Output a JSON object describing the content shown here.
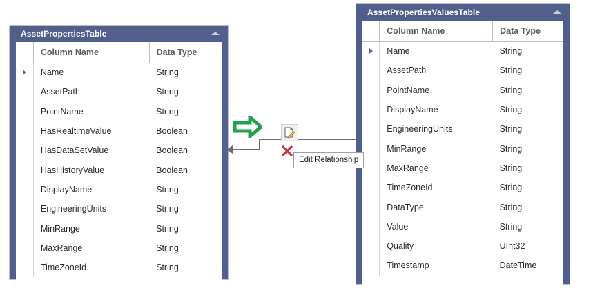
{
  "columns": {
    "marker_header": "",
    "name_header": "Column Name",
    "type_header": "Data Type"
  },
  "left_table": {
    "title": "AssetPropertiesTable",
    "collapse_icon": "chevron-up-icon",
    "rows": [
      {
        "name": "Name",
        "type": "String"
      },
      {
        "name": "AssetPath",
        "type": "String"
      },
      {
        "name": "PointName",
        "type": "String"
      },
      {
        "name": "HasRealtimeValue",
        "type": "Boolean"
      },
      {
        "name": "HasDataSetValue",
        "type": "Boolean"
      },
      {
        "name": "HasHistoryValue",
        "type": "Boolean"
      },
      {
        "name": "DisplayName",
        "type": "String"
      },
      {
        "name": "EngineeringUnits",
        "type": "String"
      },
      {
        "name": "MinRange",
        "type": "String"
      },
      {
        "name": "MaxRange",
        "type": "String"
      },
      {
        "name": "TimeZoneId",
        "type": "String"
      }
    ]
  },
  "right_table": {
    "title": "AssetPropertiesValuesTable",
    "collapse_icon": "chevron-up-icon",
    "rows": [
      {
        "name": "Name",
        "type": "String"
      },
      {
        "name": "AssetPath",
        "type": "String"
      },
      {
        "name": "PointName",
        "type": "String"
      },
      {
        "name": "DisplayName",
        "type": "String"
      },
      {
        "name": "EngineeringUnits",
        "type": "String"
      },
      {
        "name": "MinRange",
        "type": "String"
      },
      {
        "name": "MaxRange",
        "type": "String"
      },
      {
        "name": "TimeZoneId",
        "type": "String"
      },
      {
        "name": "DataType",
        "type": "String"
      },
      {
        "name": "Value",
        "type": "String"
      },
      {
        "name": "Quality",
        "type": "UInt32"
      },
      {
        "name": "Timestamp",
        "type": "DateTime"
      }
    ]
  },
  "relationship": {
    "green_arrow_icon": "green-right-arrow-icon",
    "edit_icon": "edit-document-pencil-icon",
    "delete_icon": "red-x-delete-icon",
    "connector_icon": "relationship-connector-arrow-icon",
    "tooltip": "Edit Relationship"
  },
  "colors": {
    "panel_header": "#525f8c",
    "panel_border": "#b9bed4",
    "grid_line": "#b9bed4",
    "header_text": "#5b5b63",
    "cell_text": "#2a2a2a",
    "connector": "#6b6b6b",
    "green_arrow": "#22a04a",
    "red_x": "#c4343c",
    "tooltip_border": "#a0a0a0"
  }
}
